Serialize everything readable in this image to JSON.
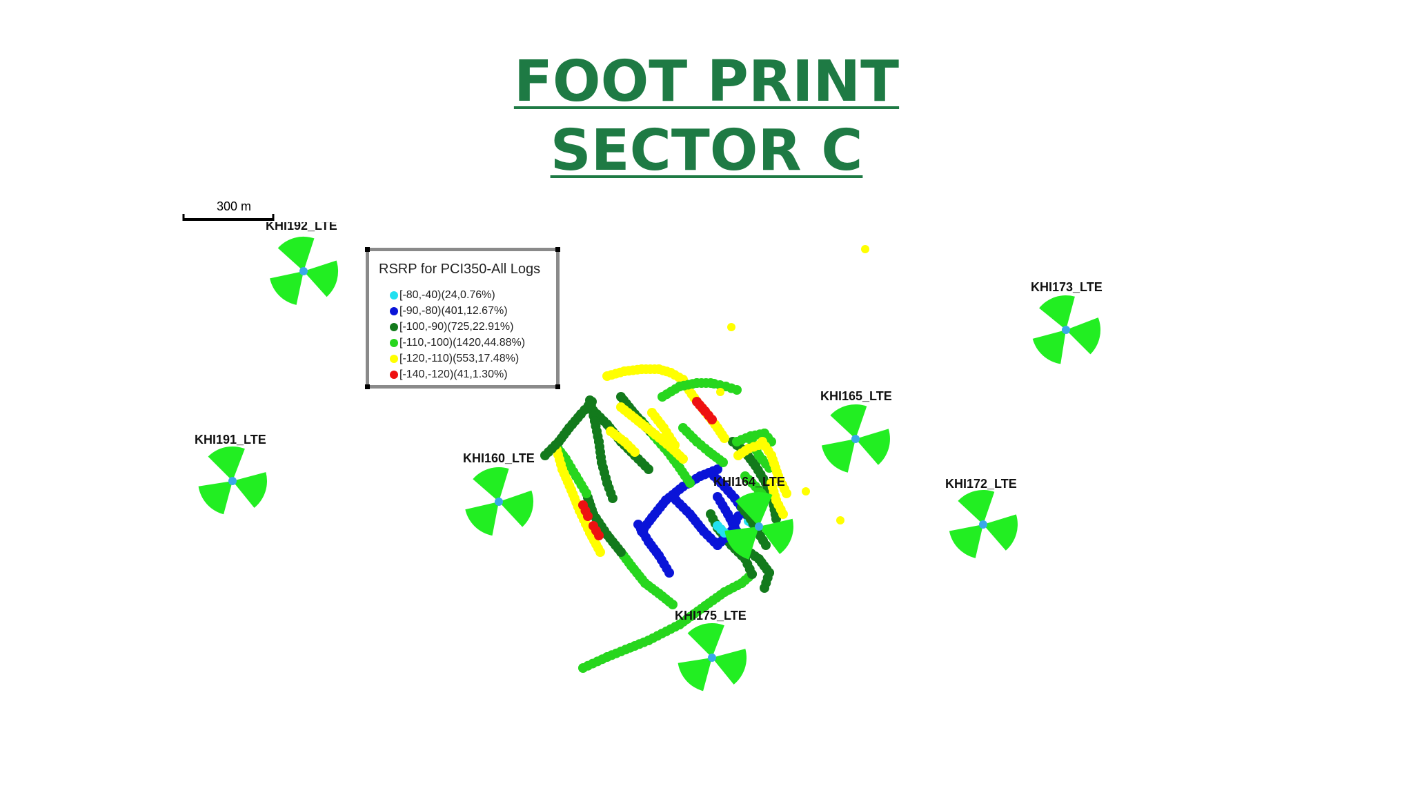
{
  "title": {
    "line1": "FOOT PRINT",
    "line2": "SECTOR C"
  },
  "scale_bar": {
    "label": "300 m"
  },
  "legend": {
    "title": "RSRP for PCI350-All Logs",
    "items": [
      {
        "label": "[-80,-40)(24,0.76%)",
        "color": "#22e0f0"
      },
      {
        "label": "[-90,-80)(401,12.67%)",
        "color": "#0a14d8"
      },
      {
        "label": "[-100,-90)(725,22.91%)",
        "color": "#137a1c"
      },
      {
        "label": "[-110,-100)(1420,44.88%)",
        "color": "#27d61e"
      },
      {
        "label": "[-120,-110)(553,17.48%)",
        "color": "#ffff00"
      },
      {
        "label": "[-140,-120)(41,1.30%)",
        "color": "#ee1111"
      }
    ]
  },
  "sites": [
    {
      "name": "KHI192_LTE"
    },
    {
      "name": "KHI173_LTE"
    },
    {
      "name": "KHI165_LTE"
    },
    {
      "name": "KHI191_LTE"
    },
    {
      "name": "KHI160_LTE"
    },
    {
      "name": "KHI164_LTE"
    },
    {
      "name": "KHI172_LTE"
    },
    {
      "name": "KHI175_LTE"
    }
  ],
  "colors": {
    "title": "#1e7a44",
    "antenna": "#22ee22",
    "site_center": "#3aa8e8"
  }
}
